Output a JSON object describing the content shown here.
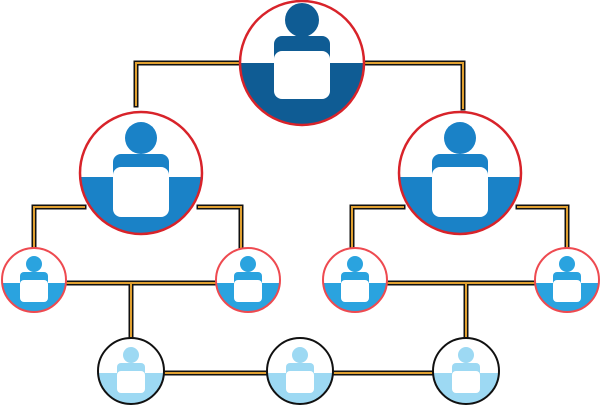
{
  "diagram": {
    "type": "organizational-hierarchy",
    "icon": "person-at-desk-icon",
    "levels": [
      {
        "level": 1,
        "count": 1,
        "role": "top",
        "color": "#0f5c94",
        "ring_color": "#d8232a"
      },
      {
        "level": 2,
        "count": 2,
        "role": "middle",
        "color": "#1a82c7",
        "ring_color": "#d8232a"
      },
      {
        "level": 3,
        "count": 4,
        "role": "team",
        "color": "#2aa3df",
        "ring_color": "#ee4a50"
      },
      {
        "level": 4,
        "count": 3,
        "role": "staff",
        "color": "#9dd9f3",
        "ring_color": "#111111"
      }
    ],
    "connector": {
      "outer_color": "#111111",
      "inner_color": "#e0a030"
    },
    "text": []
  }
}
